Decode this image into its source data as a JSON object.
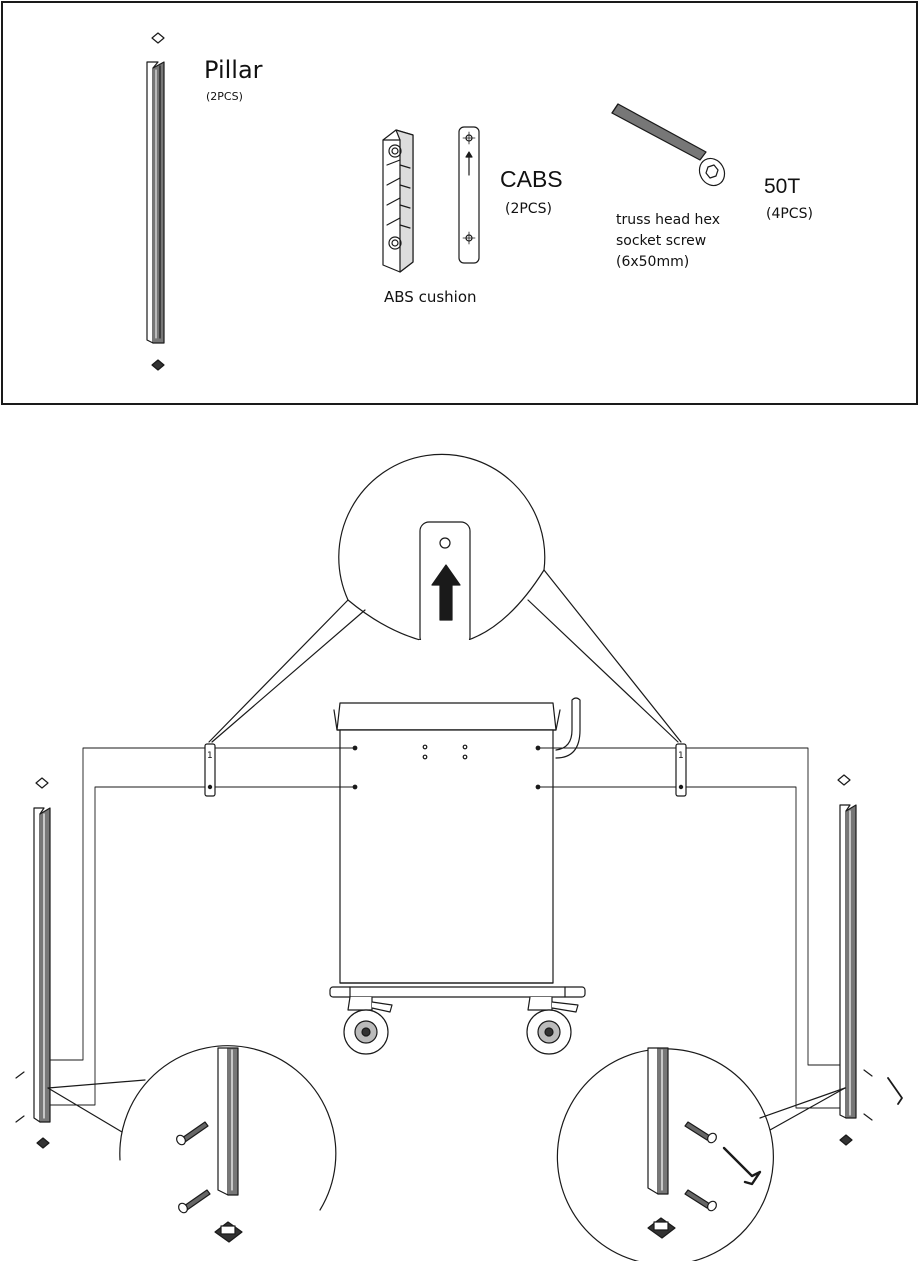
{
  "parts": {
    "pillar": {
      "name": "Pillar",
      "qty": "(2PCS)"
    },
    "cabs": {
      "name": "CABS",
      "qty": "(2PCS)"
    },
    "abs_cushion": {
      "name": "ABS cushion"
    },
    "screw": {
      "line1": "truss head hex",
      "line2": "socket screw",
      "line3": "(6x50mm)"
    },
    "t50": {
      "name": "50T",
      "qty": "(4PCS)"
    }
  },
  "assembly": {
    "left_cabs_mark": "1",
    "right_cabs_mark": "1"
  },
  "colors": {
    "line": "#1a1a1a",
    "fill_dark": "#555555",
    "fill_light": "#ffffff"
  }
}
